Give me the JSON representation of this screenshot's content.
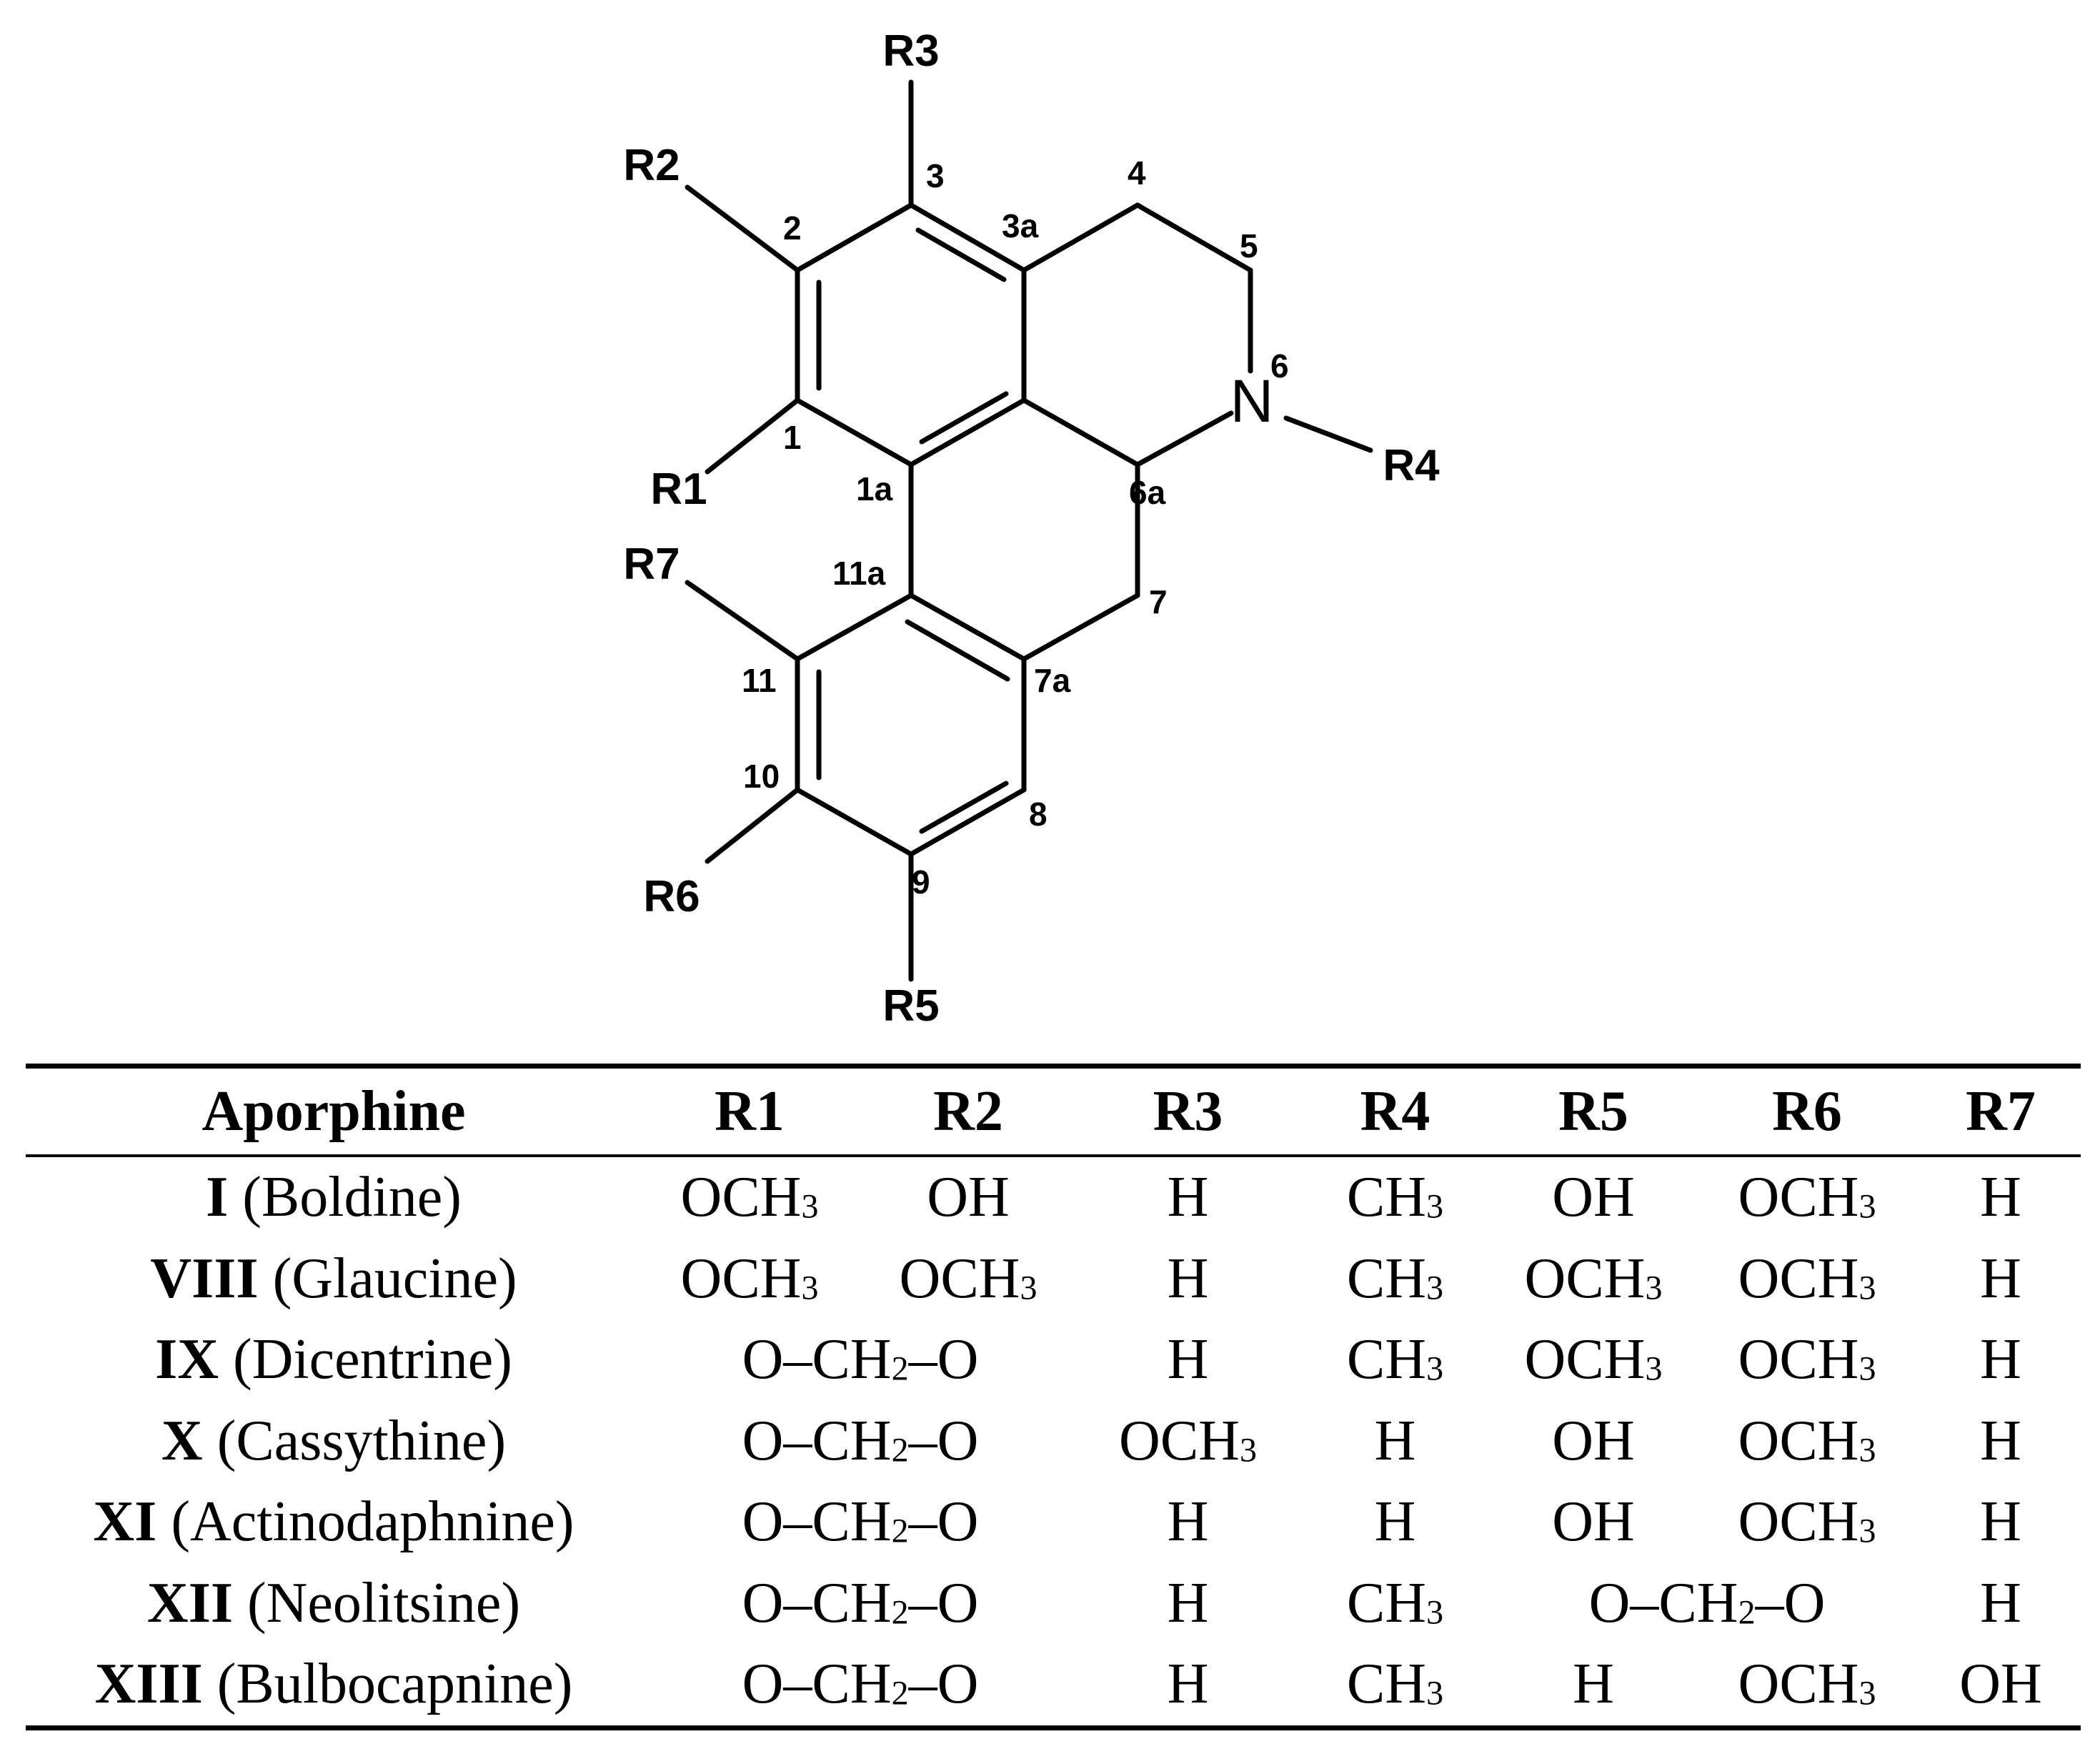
{
  "structure": {
    "substituents": {
      "r1": "R1",
      "r2": "R2",
      "r3": "R3",
      "r4": "R4",
      "r5": "R5",
      "r6": "R6",
      "r7": "R7"
    },
    "nitrogen": "N",
    "positions": {
      "p1": "1",
      "p1a": "1a",
      "p2": "2",
      "p3": "3",
      "p3a": "3a",
      "p4": "4",
      "p5": "5",
      "p6": "6",
      "p6a": "6a",
      "p7": "7",
      "p7a": "7a",
      "p8": "8",
      "p9": "9",
      "p10": "10",
      "p11": "11",
      "p11a": "11a"
    }
  },
  "table": {
    "headers": [
      "Aporphine",
      "R1",
      "R2",
      "R3",
      "R4",
      "R5",
      "R6",
      "R7"
    ],
    "rows": [
      {
        "numeral": "I",
        "name": "(Boldine)",
        "cells": [
          {
            "v": "OCH3"
          },
          {
            "v": "OH"
          },
          {
            "v": "H"
          },
          {
            "v": "CH3"
          },
          {
            "v": "OH"
          },
          {
            "v": "OCH3"
          },
          {
            "v": "H"
          }
        ]
      },
      {
        "numeral": "VIII",
        "name": "(Glaucine)",
        "cells": [
          {
            "v": "OCH3"
          },
          {
            "v": "OCH3"
          },
          {
            "v": "H"
          },
          {
            "v": "CH3"
          },
          {
            "v": "OCH3"
          },
          {
            "v": "OCH3"
          },
          {
            "v": "H"
          }
        ]
      },
      {
        "numeral": "IX",
        "name": "(Dicentrine)",
        "cells": [
          {
            "v": "O–CH2–O",
            "span": 2
          },
          {
            "v": "H"
          },
          {
            "v": "CH3"
          },
          {
            "v": "OCH3"
          },
          {
            "v": "OCH3"
          },
          {
            "v": "H"
          }
        ]
      },
      {
        "numeral": "X",
        "name": "(Cassythine)",
        "cells": [
          {
            "v": "O–CH2–O",
            "span": 2
          },
          {
            "v": "OCH3"
          },
          {
            "v": "H"
          },
          {
            "v": "OH"
          },
          {
            "v": "OCH3"
          },
          {
            "v": "H"
          }
        ]
      },
      {
        "numeral": "XI",
        "name": "(Actinodaphnine)",
        "cells": [
          {
            "v": "O–CH2–O",
            "span": 2
          },
          {
            "v": "H"
          },
          {
            "v": "H"
          },
          {
            "v": "OH"
          },
          {
            "v": "OCH3"
          },
          {
            "v": "H"
          }
        ]
      },
      {
        "numeral": "XII",
        "name": "(Neolitsine)",
        "cells": [
          {
            "v": "O–CH2–O",
            "span": 2
          },
          {
            "v": "H"
          },
          {
            "v": "CH3"
          },
          {
            "v": "O–CH2–O",
            "span": 2
          },
          {
            "v": "H"
          }
        ]
      },
      {
        "numeral": "XIII",
        "name": "(Bulbocapnine)",
        "cells": [
          {
            "v": "O–CH2–O",
            "span": 2
          },
          {
            "v": "H"
          },
          {
            "v": "CH3"
          },
          {
            "v": "H"
          },
          {
            "v": "OCH3"
          },
          {
            "v": "OH"
          }
        ]
      }
    ]
  }
}
